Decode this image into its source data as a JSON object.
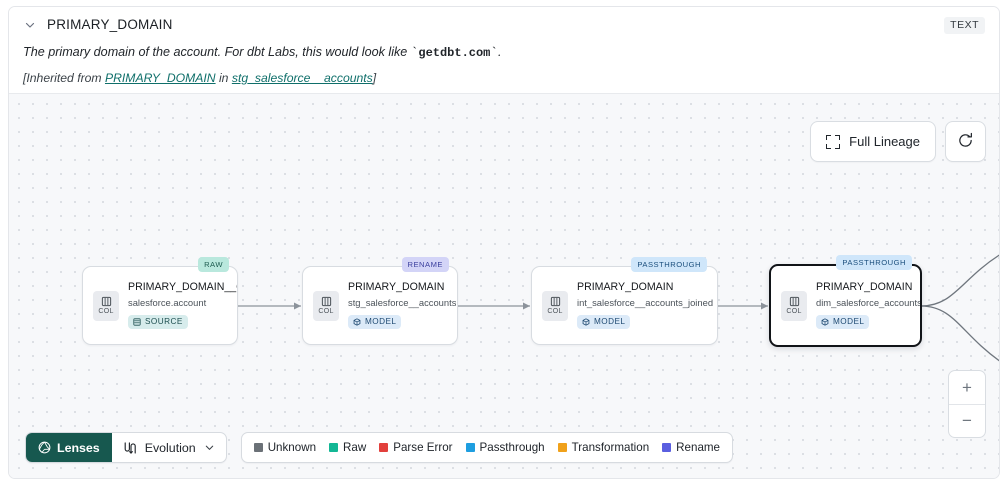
{
  "header": {
    "collapse_icon": "chevron-down-icon",
    "column_name": "PRIMARY_DOMAIN",
    "type_chip": "TEXT",
    "description_pre": "The primary domain of the account. For dbt Labs, this would look like ",
    "description_code": "getdbt.com",
    "description_post": ".",
    "backtick": "`",
    "inherited_prefix": "[Inherited from ",
    "inherited_link_column": "PRIMARY_DOMAIN",
    "inherited_middle": " in ",
    "inherited_link_model": "stg_salesforce__accounts",
    "inherited_suffix": "]"
  },
  "controls": {
    "full_lineage_label": "Full Lineage",
    "full_lineage_icon": "expand-icon",
    "refresh_icon": "refresh-icon",
    "zoom_in_label": "+",
    "zoom_out_label": "−"
  },
  "graph": {
    "nodes": [
      {
        "tag": "RAW",
        "tag_kind": "raw",
        "badge": "COL",
        "badge_icon": "column-icon",
        "column": "PRIMARY_DOMAIN__C",
        "table": "salesforce.account",
        "kind": "SOURCE",
        "kind_icon": "database-icon",
        "selected": false
      },
      {
        "tag": "RENAME",
        "tag_kind": "rename",
        "badge": "COL",
        "badge_icon": "column-icon",
        "column": "PRIMARY_DOMAIN",
        "table": "stg_salesforce__accounts",
        "kind": "MODEL",
        "kind_icon": "cube-icon",
        "selected": false
      },
      {
        "tag": "PASSTHROUGH",
        "tag_kind": "pass",
        "badge": "COL",
        "badge_icon": "column-icon",
        "column": "PRIMARY_DOMAIN",
        "table": "int_salesforce__accounts_joined",
        "kind": "MODEL",
        "kind_icon": "cube-icon",
        "selected": false
      },
      {
        "tag": "PASSTHROUGH",
        "tag_kind": "pass",
        "badge": "COL",
        "badge_icon": "column-icon",
        "column": "PRIMARY_DOMAIN",
        "table": "dim_salesforce_accounts",
        "kind": "MODEL",
        "kind_icon": "cube-icon",
        "selected": true
      }
    ]
  },
  "toolbar": {
    "lenses_label": "Lenses",
    "lenses_icon": "aperture-icon",
    "evolution_label": "Evolution",
    "evolution_icon": "evolution-icon",
    "evolution_chevron": "chevron-down-icon"
  },
  "legend": {
    "items": [
      {
        "label": "Unknown",
        "color": "#6b7177"
      },
      {
        "label": "Raw",
        "color": "#13b795"
      },
      {
        "label": "Parse Error",
        "color": "#e2403c"
      },
      {
        "label": "Passthrough",
        "color": "#1e9ee0"
      },
      {
        "label": "Transformation",
        "color": "#f0a11b"
      },
      {
        "label": "Rename",
        "color": "#5a5fe0"
      }
    ]
  }
}
